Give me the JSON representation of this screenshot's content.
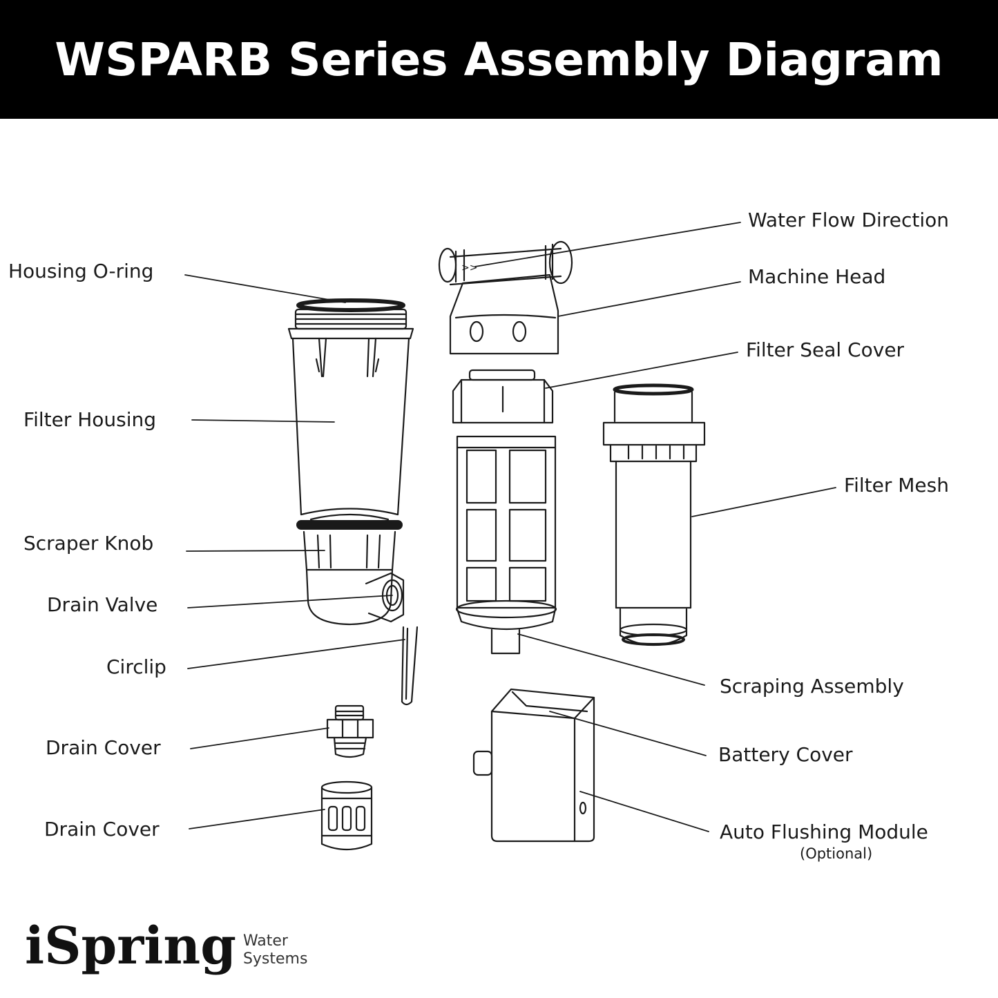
{
  "title": "WSPARB Series Assembly Diagram",
  "labels": {
    "water_flow_direction": "Water Flow Direction",
    "machine_head": "Machine Head",
    "filter_seal_cover": "Filter Seal Cover",
    "filter_mesh": "Filter Mesh",
    "scraping_assembly": "Scraping Assembly",
    "battery_cover": "Battery Cover",
    "auto_flushing_module": "Auto Flushing Module",
    "auto_flushing_optional": "(Optional)",
    "housing_oring": "Housing O-ring",
    "filter_housing": "Filter Housing",
    "scraper_knob": "Scraper Knob",
    "drain_valve": "Drain Valve",
    "circlip": "Circlip",
    "drain_cover_1": "Drain Cover",
    "drain_cover_2": "Drain Cover"
  },
  "brand": {
    "name": "iSpring",
    "line1": "Water",
    "line2": "Systems"
  },
  "colors": {
    "title_background": "#000000",
    "title_text": "#ffffff",
    "line": "#1a1a1a"
  }
}
